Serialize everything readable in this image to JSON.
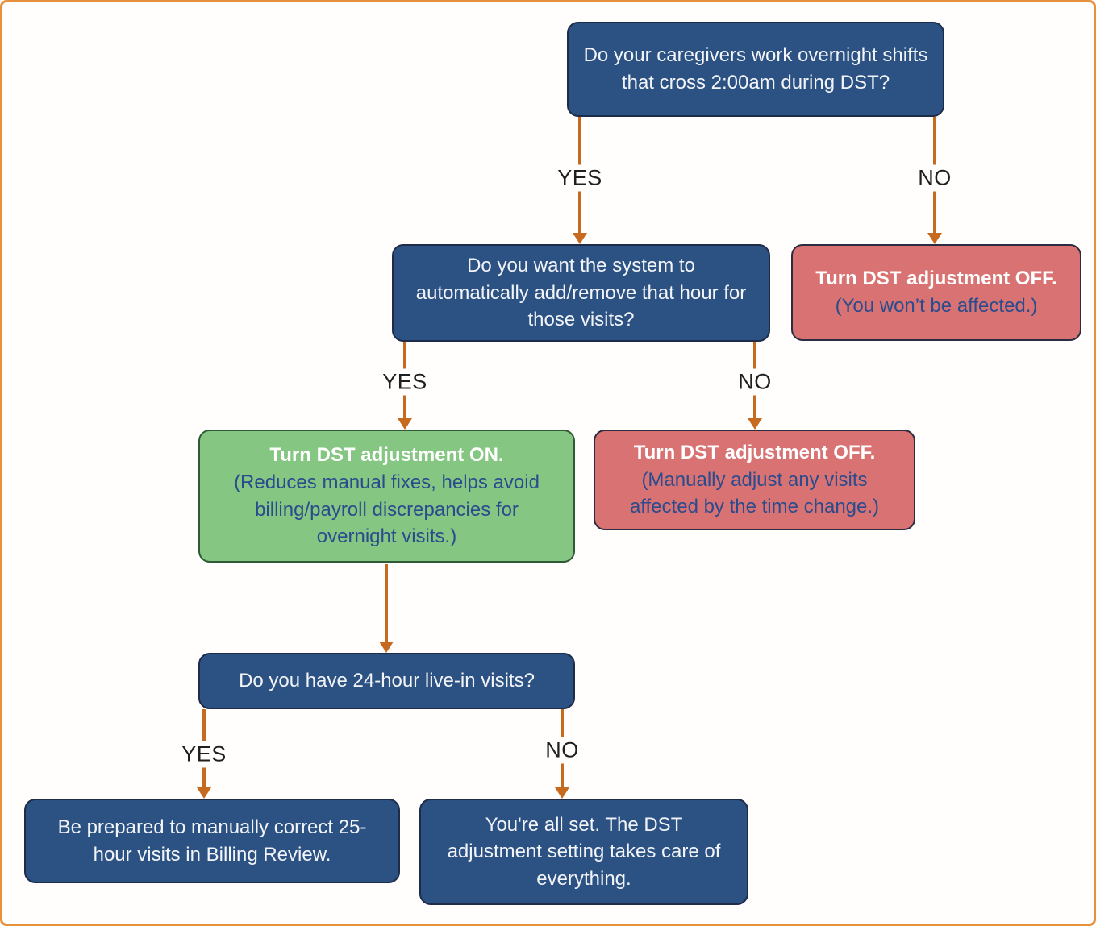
{
  "colors": {
    "question_fill": "#2c5284",
    "question_border": "#1e2b49",
    "action_on_fill": "#85c683",
    "action_off_fill": "#d97373",
    "arrow": "#c56a1e",
    "outer_border": "#e8913d",
    "secondary_text": "#2a4b8d"
  },
  "nodes": {
    "q1": {
      "text": "Do your caregivers work overnight shifts that cross 2:00am during DST?"
    },
    "q2": {
      "text": "Do you want the system to automatically add/remove that hour for those visits?"
    },
    "off1": {
      "title": "Turn DST adjustment OFF.",
      "subtitle": "(You won’t be affected.)"
    },
    "on": {
      "title": "Turn DST adjustment ON.",
      "subtitle": "(Reduces manual fixes, helps avoid billing/payroll discrepancies for overnight visits.)"
    },
    "off2": {
      "title": "Turn DST adjustment OFF.",
      "subtitle": "(Manually adjust any visits affected by the time change.)"
    },
    "q3": {
      "text": "Do you have 24-hour live-in visits?"
    },
    "end1": {
      "text": "Be prepared to manually correct 25-hour visits in Billing Review."
    },
    "end2": {
      "text": "You're all set. The DST adjustment setting takes care of everything."
    }
  },
  "edges": {
    "q1_yes": {
      "label": "YES"
    },
    "q1_no": {
      "label": "NO"
    },
    "q2_yes": {
      "label": "YES"
    },
    "q2_no": {
      "label": "NO"
    },
    "q3_yes": {
      "label": "YES"
    },
    "q3_no": {
      "label": "NO"
    }
  }
}
